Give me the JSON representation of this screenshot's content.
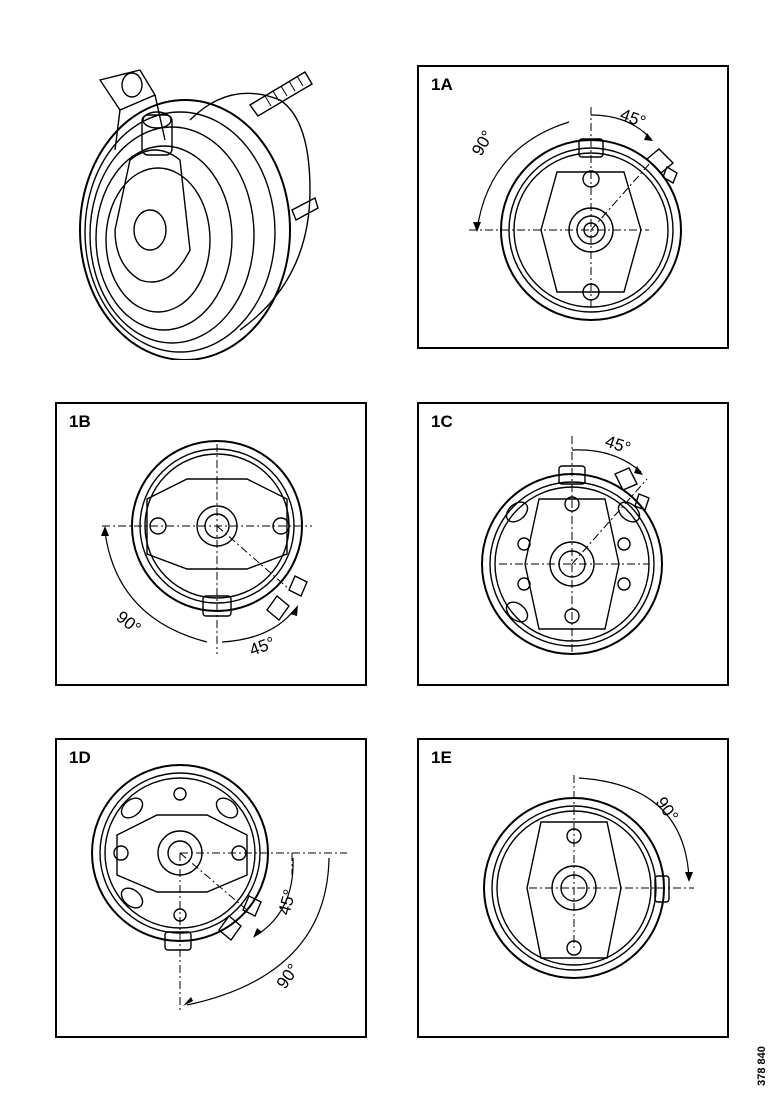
{
  "panels": {
    "p1A": {
      "label": "1A",
      "angle_a": "45°",
      "angle_b": "90°"
    },
    "p1B": {
      "label": "1B",
      "angle_a": "90°",
      "angle_b": "45°"
    },
    "p1C": {
      "label": "1C",
      "angle_a": "45°"
    },
    "p1D": {
      "label": "1D",
      "angle_a": "45°",
      "angle_b": "90°"
    },
    "p1E": {
      "label": "1E",
      "angle_a": "90°"
    }
  },
  "figure_code": "378 840"
}
